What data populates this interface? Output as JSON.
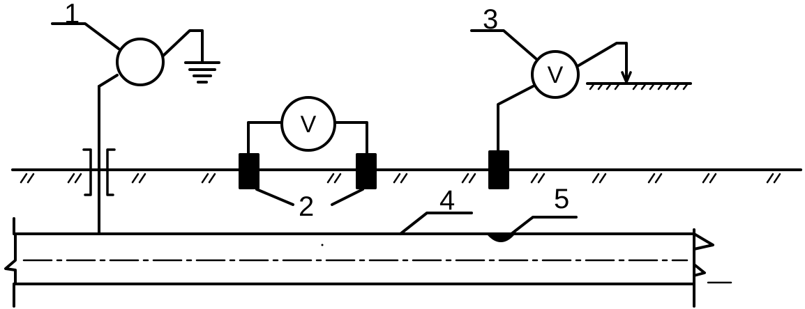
{
  "labels": {
    "instrument": "1",
    "electrodes": "2",
    "reference_electrode": "3",
    "pipeline": "4",
    "defect": "5"
  },
  "meters": {
    "voltmeter_symbol": "V"
  },
  "colors": {
    "ink": "#000000",
    "background": "#ffffff"
  }
}
